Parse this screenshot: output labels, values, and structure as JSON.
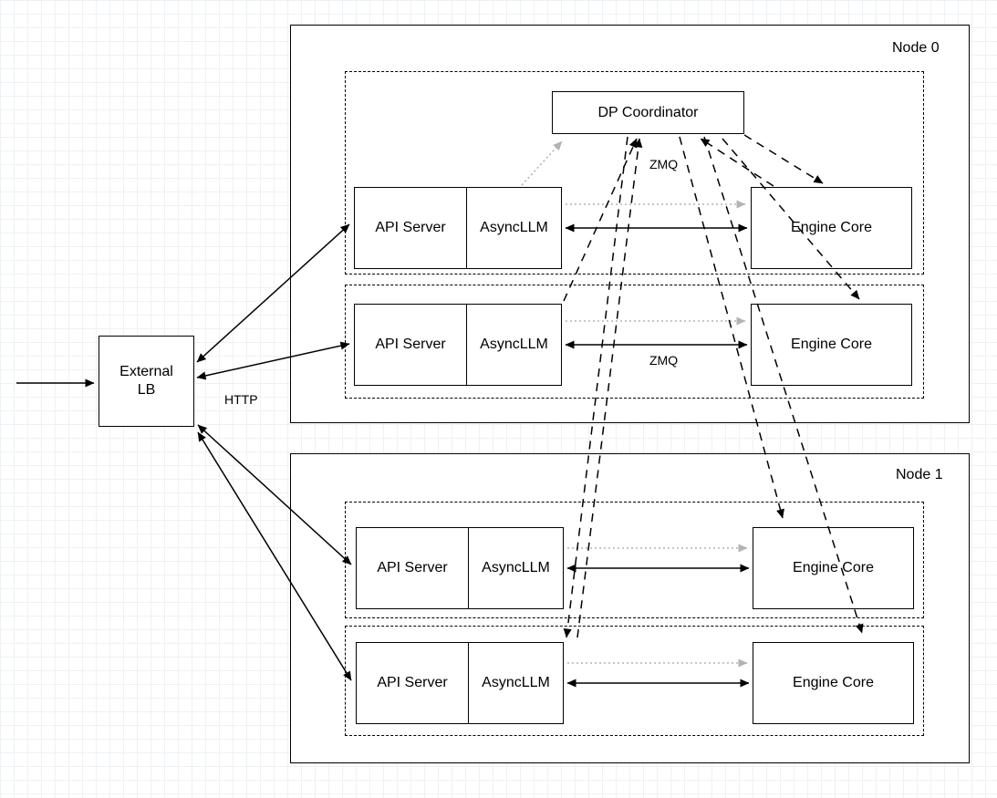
{
  "external_lb": {
    "label": "External LB"
  },
  "edge_labels": {
    "http": "HTTP",
    "zmq": "ZMQ"
  },
  "node0": {
    "title": "Node 0",
    "dp_coordinator": "DP Coordinator",
    "replicas": [
      {
        "api_server": "API Server",
        "async_llm": "AsyncLLM",
        "engine_core": "Engine Core"
      },
      {
        "api_server": "API Server",
        "async_llm": "AsyncLLM",
        "engine_core": "Engine Core"
      }
    ]
  },
  "node1": {
    "title": "Node 1",
    "replicas": [
      {
        "api_server": "API Server",
        "async_llm": "AsyncLLM",
        "engine_core": "Engine Core"
      },
      {
        "api_server": "API Server",
        "async_llm": "AsyncLLM",
        "engine_core": "Engine Core"
      }
    ]
  },
  "colors": {
    "line": "#000000",
    "dotted_line": "#b3b3b3",
    "box_fill": "#ffffff"
  }
}
